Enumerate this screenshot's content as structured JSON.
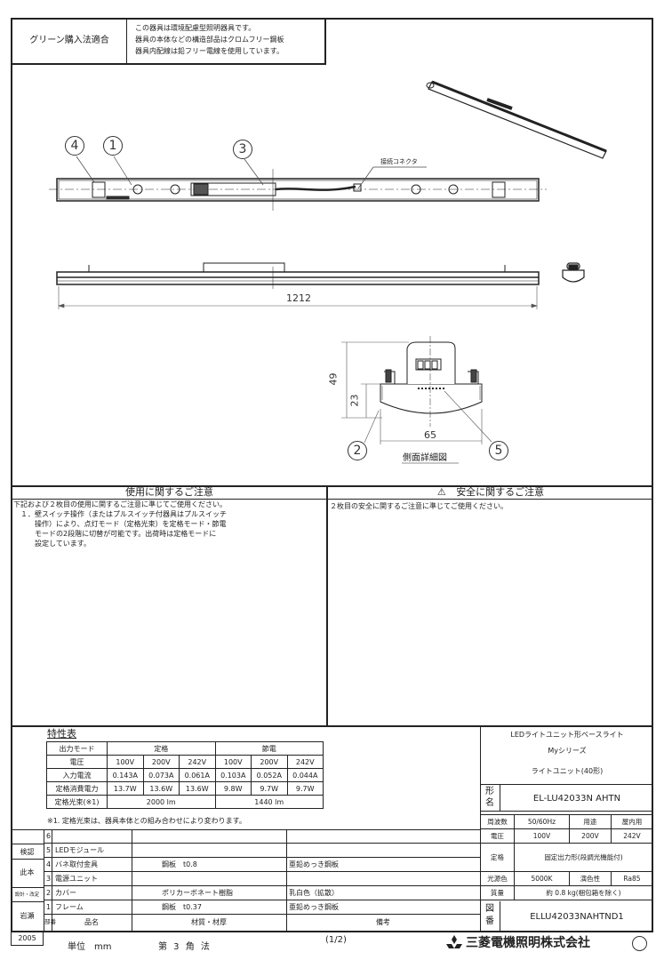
{
  "header": {
    "green_label": "グリーン購入法適合",
    "green_notes": [
      "この器具は環境配慮型照明器具です。",
      "器具の本体などの構造部品はクロムフリー鋼板",
      "器具内配線は鉛フリー電線を使用しています。"
    ]
  },
  "drawing": {
    "balloons": {
      "b4": "4",
      "b1": "1",
      "b3": "3",
      "b2": "2",
      "b5": "5"
    },
    "connector_label": "接続コネクタ",
    "dim_length": "1212",
    "dim_height_total": "49",
    "dim_height_cover": "23",
    "dim_width": "65",
    "section_title": "側面詳細図"
  },
  "usage_notes": {
    "title": "使用に関するご注意",
    "lines": [
      "下記および２枚目の使用に関するご注意に準じてご使用ください。",
      "　１．壁スイッチ操作（またはプルスイッチ付器具はプルスイッチ",
      "　　　操作）により、点灯モード（定格光束）を定格モード・節電",
      "　　　モードの2段階に切替が可能です。出荷時は定格モードに",
      "　　　設定しています。"
    ]
  },
  "safety_notes": {
    "icon": "⚠",
    "title": "安全に関するご注意",
    "lines": [
      "２枚目の安全に関するご注意に準じてご使用ください。"
    ]
  },
  "spec_table": {
    "title": "特性表",
    "mode_label": "出力モード",
    "mode_rated": "定格",
    "mode_eco": "節電",
    "voltage_label": "電圧",
    "voltages": [
      "100V",
      "200V",
      "242V",
      "100V",
      "200V",
      "242V"
    ],
    "current_label": "入力電流",
    "currents": [
      "0.143A",
      "0.073A",
      "0.061A",
      "0.103A",
      "0.052A",
      "0.044A"
    ],
    "power_label": "定格消費電力",
    "powers": [
      "13.7W",
      "13.6W",
      "13.6W",
      "9.8W",
      "9.7W",
      "9.7W"
    ],
    "flux_label": "定格光束(※1)",
    "flux_rated": "2000 lm",
    "flux_eco": "1440 lm",
    "footnote": "※1. 定格光束は、器具本体との組み合わせにより変わります。"
  },
  "product": {
    "line1": "LEDライトユニット形ベースライト",
    "line2": "Myシリーズ",
    "line3": "ライトユニット(40形)",
    "model_label": "形名",
    "model": "EL-LU42033N AHTN",
    "freq_label": "周波数",
    "freq": "50/60Hz",
    "use_label": "用途",
    "use": "屋内用",
    "voltage_label": "電圧",
    "voltages": [
      "100V",
      "200V",
      "242V"
    ],
    "rating_label": "定格",
    "rating": "固定出力形(段調光機能付)",
    "color_label": "光源色",
    "color": "5000K",
    "cri_label": "演色性",
    "cri": "Ra85",
    "weight_label": "質量",
    "weight": "約 0.8 kg(梱包箱を除く)",
    "drawing_no_label": "図番",
    "drawing_no": "ELLU42033NAHTND1"
  },
  "parts": {
    "header": {
      "no": "部番",
      "name": "品名",
      "material": "材質・材厚",
      "note": "備考"
    },
    "rows": [
      {
        "no": "6",
        "name": "",
        "material": "",
        "note": ""
      },
      {
        "no": "5",
        "name": "LEDモジュール",
        "material": "",
        "note": ""
      },
      {
        "no": "4",
        "name": "バネ取付金具",
        "material": "鋼板　t0.8",
        "note": "亜鉛めっき鋼板"
      },
      {
        "no": "3",
        "name": "電源ユニット",
        "material": "",
        "note": ""
      },
      {
        "no": "2",
        "name": "カバー",
        "material": "ポリカーボネート樹脂",
        "note": "乳白色（拡散）"
      },
      {
        "no": "1",
        "name": "フレーム",
        "material": "鋼板　t0.37",
        "note": "亜鉛めっき鋼板"
      }
    ]
  },
  "approvals": {
    "inspect": "検認",
    "check_name": "此本",
    "design": "設計・改定",
    "designer": "岩瀬",
    "year": "2005"
  },
  "footer": {
    "unit": "単位　mm",
    "projection": "第 3 角 法",
    "page": "(1/2)",
    "company": "三菱電機照明株式会社"
  }
}
